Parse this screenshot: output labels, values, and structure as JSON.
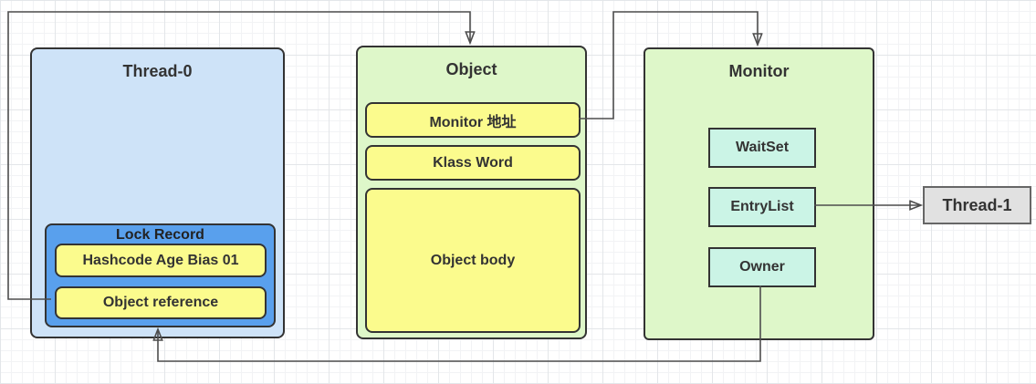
{
  "thread0": {
    "title": "Thread-0",
    "lock_record": {
      "title": "Lock Record",
      "fields": [
        "Hashcode Age Bias 01",
        "Object reference"
      ]
    }
  },
  "object": {
    "title": "Object",
    "fields": [
      "Monitor 地址",
      "Klass Word",
      "Object body"
    ]
  },
  "monitor": {
    "title": "Monitor",
    "fields": [
      "WaitSet",
      "EntryList",
      "Owner"
    ]
  },
  "thread1": {
    "title": "Thread-1"
  },
  "colors": {
    "thread0_fill": "#cee3f8",
    "lock_record_fill": "#59a0ed",
    "field_yellow_fill": "#fbfb8d",
    "container_green_fill": "#def7c9",
    "monitor_item_fill": "#cbf4e6",
    "thread1_fill": "#e1e1e1",
    "box_border": "#333333",
    "thread1_border": "#666666",
    "connector_stroke": "#4d4d4d"
  }
}
